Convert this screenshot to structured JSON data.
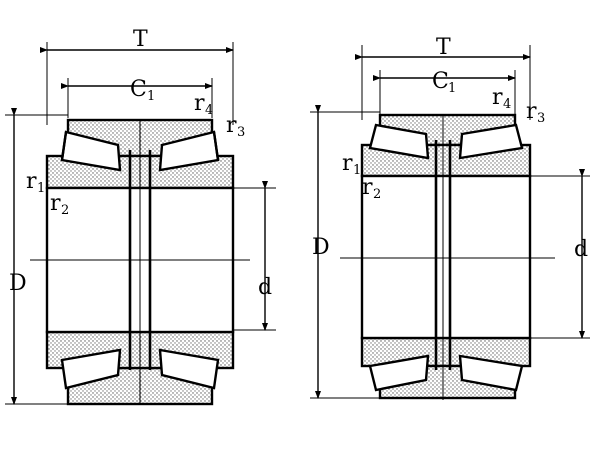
{
  "colors": {
    "line": "#000000",
    "background": "#ffffff",
    "section_fill": "#d9d9d9"
  },
  "bearings": [
    {
      "id": "left",
      "labels": {
        "T": "T",
        "C": "C",
        "C_sub": "1",
        "r1": "r",
        "r1_sub": "1",
        "r2": "r",
        "r2_sub": "2",
        "r3": "r",
        "r3_sub": "3",
        "r4": "r",
        "r4_sub": "4",
        "D": "D",
        "d": "d"
      }
    },
    {
      "id": "right",
      "labels": {
        "T": "T",
        "C": "C",
        "C_sub": "1",
        "r1": "r",
        "r1_sub": "1",
        "r2": "r",
        "r2_sub": "2",
        "r3": "r",
        "r3_sub": "3",
        "r4": "r",
        "r4_sub": "4",
        "D": "D",
        "d": "d"
      }
    }
  ]
}
